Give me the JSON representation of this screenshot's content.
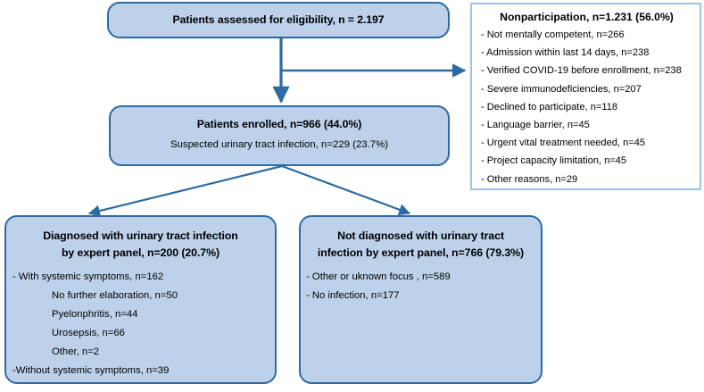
{
  "diagram": {
    "type": "consort-flow-diagram",
    "colors": {
      "node_fill": "#bdd1ea",
      "node_border": "#2d6ba3",
      "panel_border": "#9dc3e6",
      "panel_fill": "#ffffff",
      "connector": "#2d6ba3"
    },
    "assessed": {
      "title": "Patients assessed for eligibility, n = 2.197"
    },
    "nonparticipation": {
      "title": "Nonparticipation, n=1.231 (56.0%)",
      "reasons": [
        "- Not mentally competent, n=266",
        "- Admission within last 14 days, n=238",
        "- Verified COVID-19 before enrollment, n=238",
        "- Severe immunodeficiencies, n=207",
        "- Declined to participate, n=118",
        "- Language barrier, n=45",
        "- Urgent vital treatment needed, n=45",
        "- Project capacity limitation, n=45",
        "- Other reasons, n=29"
      ]
    },
    "enrolled": {
      "title": "Patients enrolled, n=966 (44.0%)",
      "subtitle": "Suspected urinary tract infection, n=229 (23.7%)"
    },
    "diagnosed": {
      "title_line1": "Diagnosed with urinary tract infection",
      "title_line2": "by expert panel, n=200 (20.7%)",
      "items": [
        {
          "text": "- With systemic symptoms, n=162",
          "indent": false
        },
        {
          "text": "No further elaboration, n=50",
          "indent": true
        },
        {
          "text": "Pyelonphritis, n=44",
          "indent": true
        },
        {
          "text": "Urosepsis, n=66",
          "indent": true
        },
        {
          "text": "Other, n=2",
          "indent": true
        },
        {
          "text": "-Without systemic symptoms, n=39",
          "indent": false
        }
      ]
    },
    "not_diagnosed": {
      "title_line1": "Not diagnosed with urinary tract",
      "title_line2": "infection by expert panel, n=766 (79.3%)",
      "items": [
        {
          "text": "- Other or uknown focus , n=589",
          "indent": false
        },
        {
          "text": "- No infection,  n=177",
          "indent": false
        }
      ]
    }
  }
}
